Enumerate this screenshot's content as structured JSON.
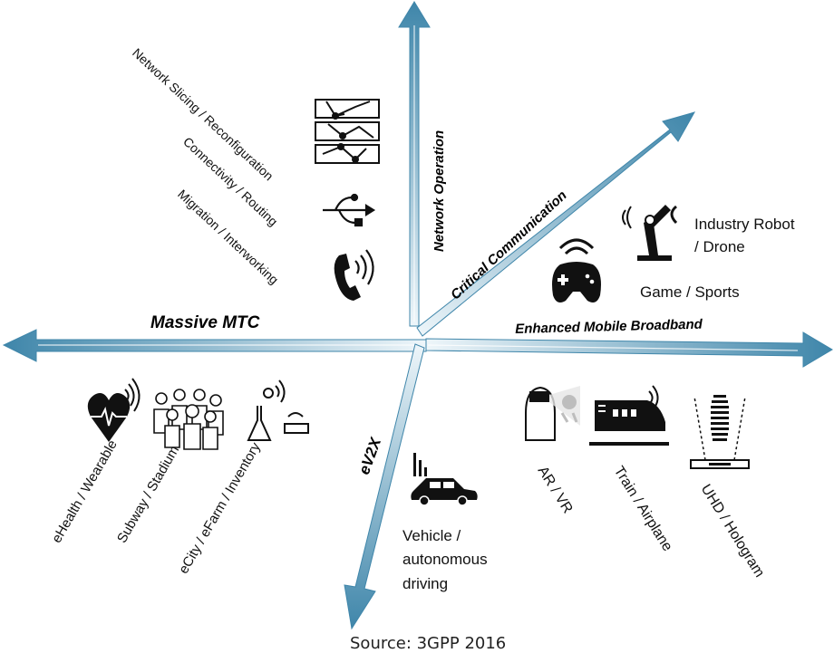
{
  "axes": {
    "network_operation": "Network Operation",
    "critical_communication": "Critical Communication",
    "massive_mtc": "Massive MTC",
    "enhanced_mobile_broadband": "Enhanced Mobile Broadband",
    "ev2x": "eV2X"
  },
  "items": {
    "network_slicing": "Network Slicing / Reconfiguration",
    "connectivity": "Connectivity / Routing",
    "migration": "Migration / Interworking",
    "industry_robot_line1": "Industry Robot",
    "industry_robot_line2": "/ Drone",
    "game_sports": "Game / Sports",
    "ehealth": "eHealth / Wearable",
    "subway": "Subway / Stadium",
    "ecity": "eCity / eFarm / Inventory",
    "vehicle_line1": "Vehicle /",
    "vehicle_line2": "autonomous",
    "vehicle_line3": "driving",
    "ar_vr": "AR / VR",
    "train": "Train / Airplane",
    "uhd": "UHD / Hologram"
  },
  "source": "Source: 3GPP 2016",
  "colors": {
    "arrow_dark": "#4f8fb0",
    "arrow_light": "#dcebf3",
    "icon": "#111111"
  }
}
